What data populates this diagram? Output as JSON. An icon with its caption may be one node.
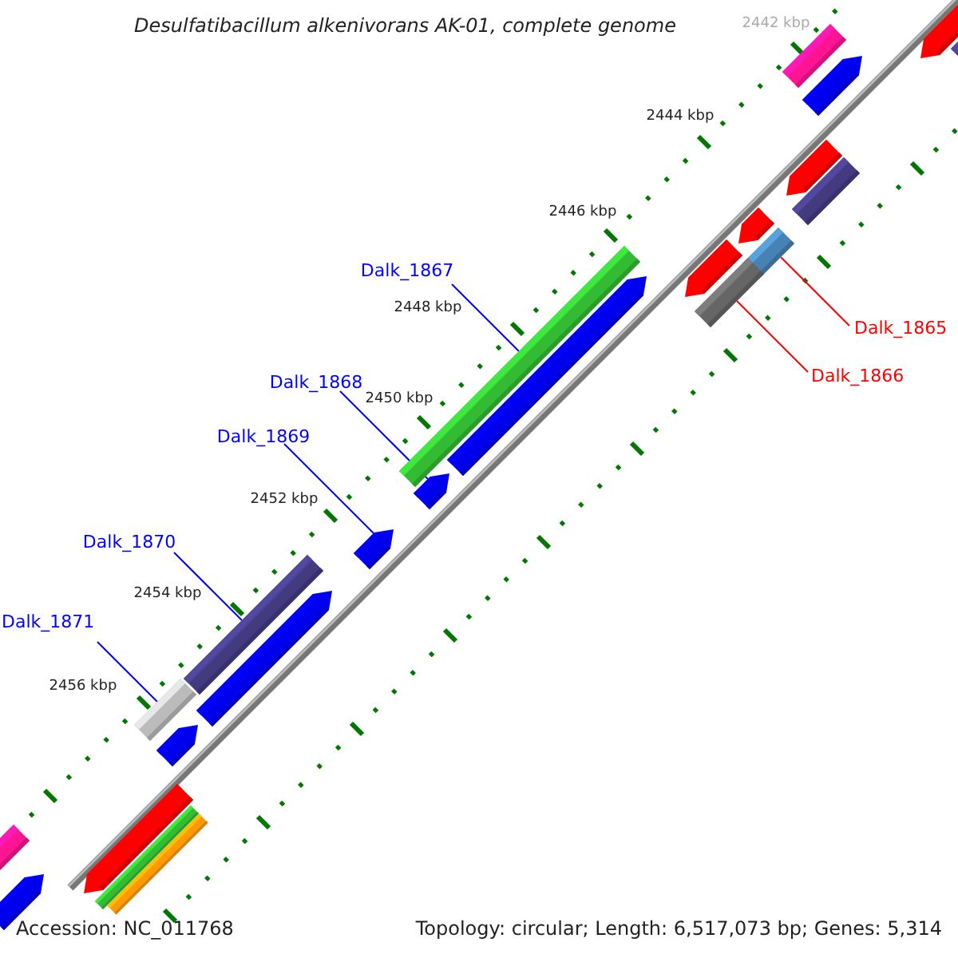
{
  "diagram": {
    "title": "Desulfatibacillum alkenivorans AK-01, complete genome",
    "nodes": [
      {
        "text": [
          "Dalk_1867"
        ]
      },
      {
        "text": [
          "Dalk_1865"
        ]
      },
      {
        "text": [
          "Dalk_1866"
        ]
      },
      {
        "text": [
          "Dalk_1868"
        ]
      },
      {
        "text": [
          "Dalk_1869"
        ]
      },
      {
        "text": [
          "Dalk_1870"
        ]
      },
      {
        "text": [
          "Dalk_1871"
        ]
      },
      {
        "text": [],
        "shape": "bar"
      },
      {
        "text": [],
        "shape": "bar"
      },
      {
        "text": [],
        "shape": "bar"
      },
      {
        "text": [],
        "shape": "bar"
      },
      {
        "text": [],
        "shape": "bar"
      },
      {
        "text": [],
        "shape": "bar"
      },
      {
        "text": [],
        "shape": "bar"
      }
    ],
    "edges": [
      {
        "from": 0,
        "to": 7,
        "arrow": "none"
      },
      {
        "from": 1,
        "to": 8,
        "arrow": "none",
        "color": "#ff0000"
      },
      {
        "from": 2,
        "to": 9,
        "arrow": "none",
        "color": "#ff0000"
      },
      {
        "from": 3,
        "to": 10,
        "arrow": "none"
      },
      {
        "from": 4,
        "to": 11,
        "arrow": "none"
      },
      {
        "from": 5,
        "to": 12,
        "arrow": "none"
      },
      {
        "from": 6,
        "to": 13,
        "arrow": "none"
      }
    ],
    "labels": [
      "2442 kbp",
      "2444 kbp",
      "2446 kbp",
      "2448 kbp",
      "2450 kbp",
      "2452 kbp",
      "2454 kbp",
      "2456 kbp",
      "Accession: NC_011768",
      "Topology: circular; Length: 6,517,073 bp; Genes: 5,314"
    ]
  }
}
